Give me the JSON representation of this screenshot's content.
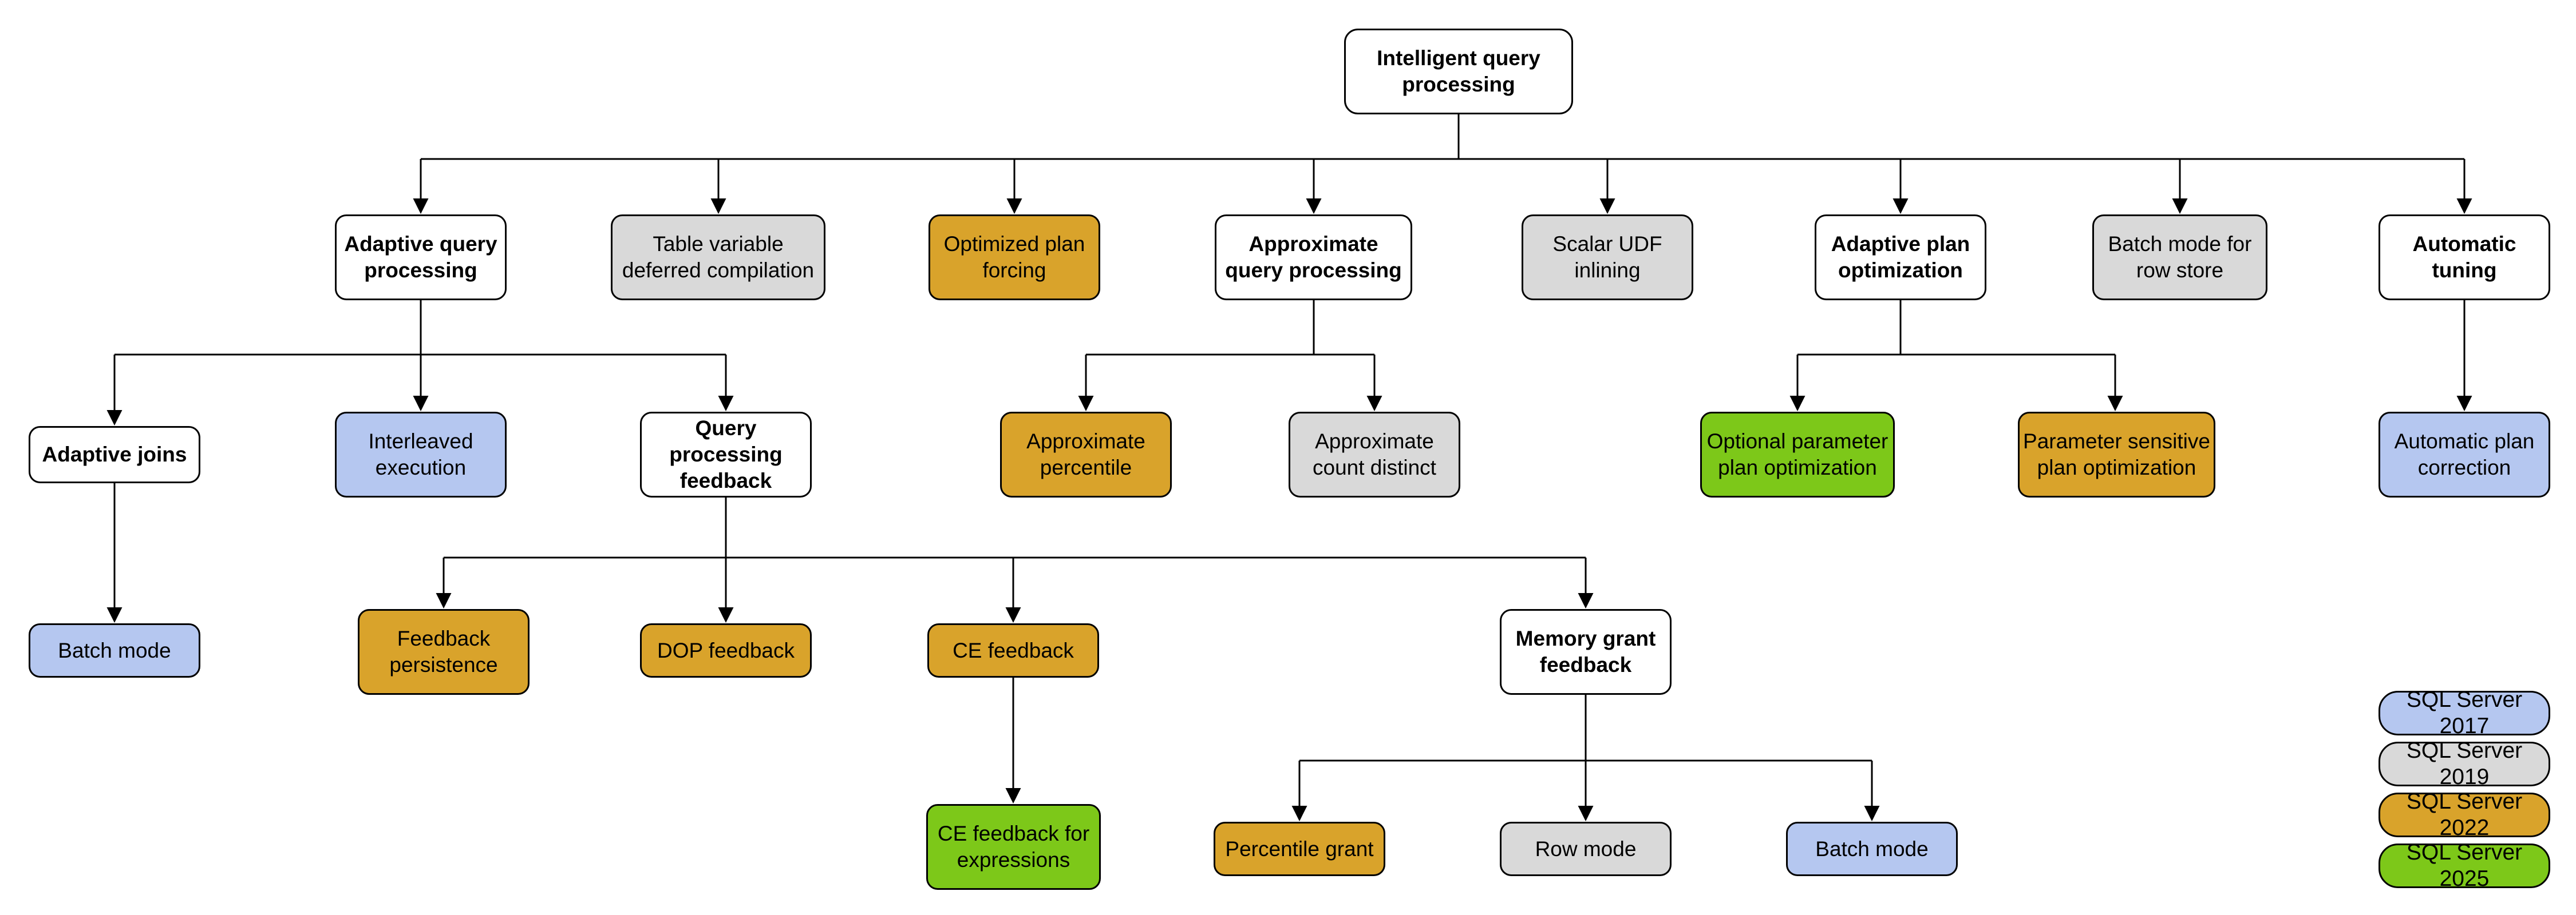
{
  "colors": {
    "sql2017": "#B5C7F0",
    "sql2019": "#D9D9D9",
    "sql2022": "#D9A32B",
    "sql2025": "#7DC819",
    "plain": "#FFFFFF",
    "line": "#000000"
  },
  "nodes": [
    {
      "label": "Intelligent query\nprocessing",
      "version": "none"
    },
    {
      "label": "Adaptive query\nprocessing",
      "version": "none"
    },
    {
      "label": "Table variable\ndeferred compilation",
      "version": "2019"
    },
    {
      "label": "Optimized plan\nforcing",
      "version": "2022"
    },
    {
      "label": "Approximate\nquery processing",
      "version": "none"
    },
    {
      "label": "Scalar UDF\ninlining",
      "version": "2019"
    },
    {
      "label": "Adaptive plan\noptimization",
      "version": "none"
    },
    {
      "label": "Batch mode for\nrow store",
      "version": "2019"
    },
    {
      "label": "Automatic\ntuning",
      "version": "none"
    },
    {
      "label": "Adaptive joins",
      "version": "none"
    },
    {
      "label": "Interleaved\nexecution",
      "version": "2017"
    },
    {
      "label": "Query processing\nfeedback",
      "version": "none"
    },
    {
      "label": "Approximate\npercentile",
      "version": "2022"
    },
    {
      "label": "Approximate\ncount distinct",
      "version": "2019"
    },
    {
      "label": "Optional parameter\nplan optimization",
      "version": "2025"
    },
    {
      "label": "Parameter sensitive\nplan optimization",
      "version": "2022"
    },
    {
      "label": "Automatic plan\ncorrection",
      "version": "2017"
    },
    {
      "label": "Batch mode",
      "version": "2017"
    },
    {
      "label": "Feedback\npersistence",
      "version": "2022"
    },
    {
      "label": "DOP feedback",
      "version": "2022"
    },
    {
      "label": "CE feedback",
      "version": "2022"
    },
    {
      "label": "Memory grant\nfeedback",
      "version": "none"
    },
    {
      "label": "CE feedback for\nexpressions",
      "version": "2025"
    },
    {
      "label": "Percentile grant",
      "version": "2022"
    },
    {
      "label": "Row mode",
      "version": "2019"
    },
    {
      "label": "Batch mode",
      "version": "2017"
    }
  ],
  "legend": [
    {
      "label": "SQL Server 2017",
      "version": "2017"
    },
    {
      "label": "SQL Server 2019",
      "version": "2019"
    },
    {
      "label": "SQL Server 2022",
      "version": "2022"
    },
    {
      "label": "SQL Server 2025",
      "version": "2025"
    }
  ]
}
